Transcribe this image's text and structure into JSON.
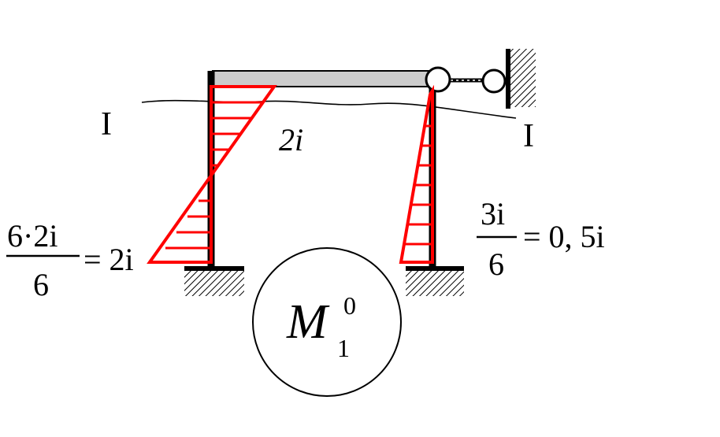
{
  "labels": {
    "section_left": "I",
    "section_right": "I",
    "beam_moment": "2i",
    "left_value": {
      "numerator": "6·2i",
      "denominator": "6",
      "result": "= 2i"
    },
    "right_value": {
      "numerator": "3i",
      "denominator": "6",
      "result": "= 0, 5i"
    },
    "diagram_title": {
      "symbol": "M",
      "subscript": "1",
      "superscript": "0"
    }
  },
  "colors": {
    "frame": "#000000",
    "moment": "#ff0000",
    "beam_fill": "#cccccc"
  }
}
